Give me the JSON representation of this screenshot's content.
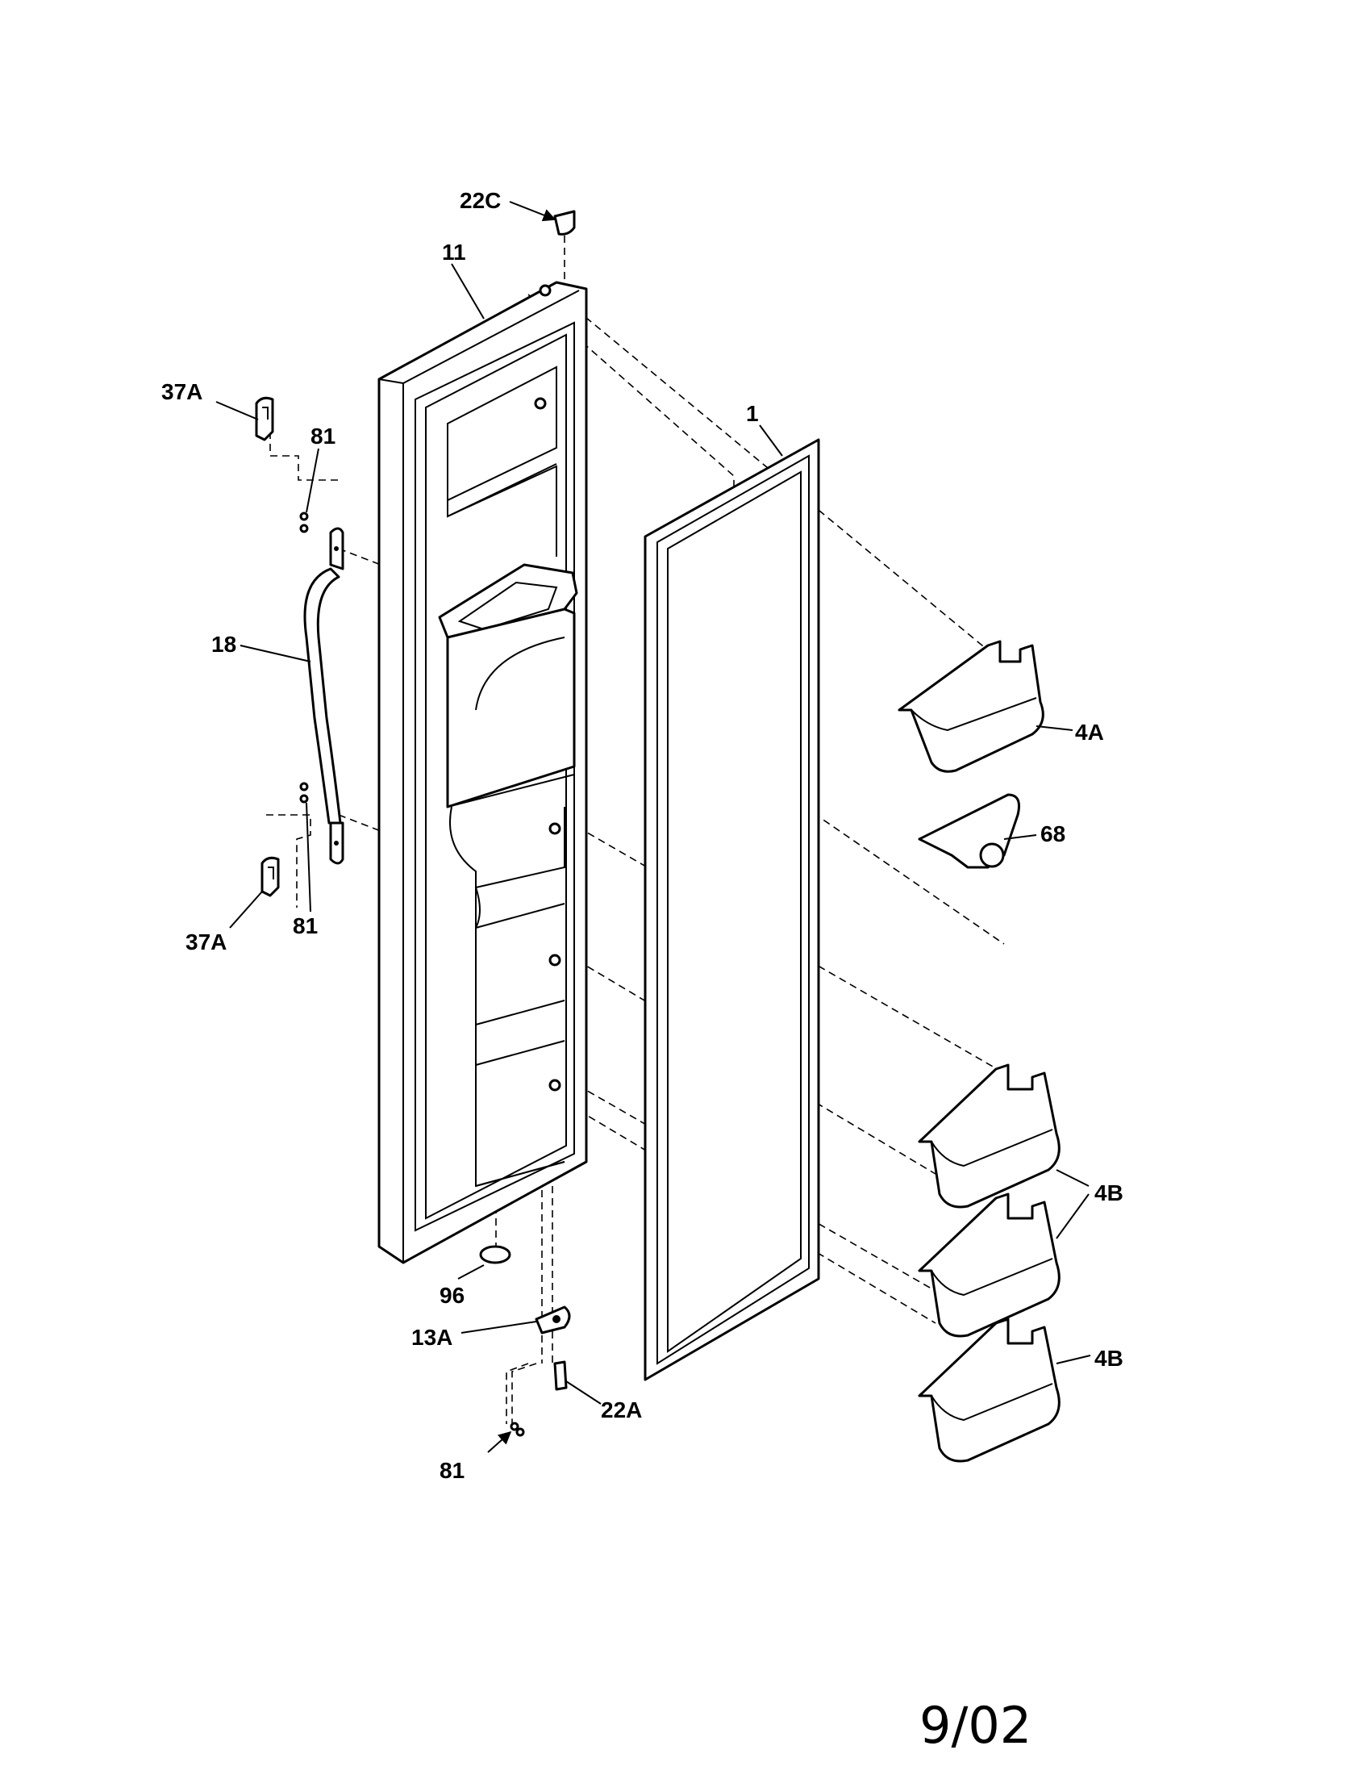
{
  "callouts": {
    "door_cap": "22C",
    "door": "11",
    "trim_clip_top": "37A",
    "screws_top": "81",
    "gasket": "1",
    "handle": "18",
    "bin_top": "4A",
    "ice_cup": "68",
    "screws_bottom": "81",
    "trim_clip_bottom": "37A",
    "bins_pair": "4B",
    "bin_bottom": "4B",
    "plug": "96",
    "hinge": "13A",
    "pivot_pin": "22A",
    "screw_hinge": "81"
  },
  "footer": {
    "date": "9/02"
  }
}
